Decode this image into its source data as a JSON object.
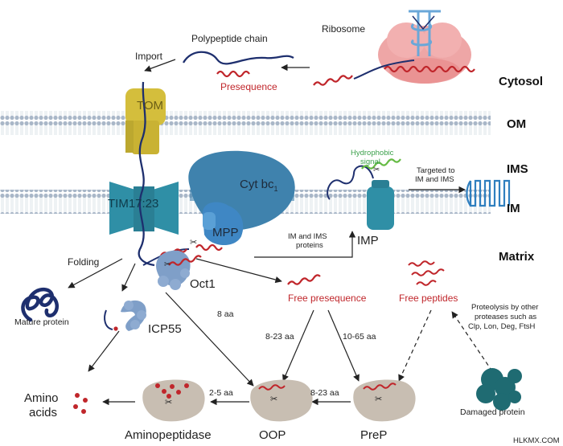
{
  "compartments": {
    "cytosol": "Cytosol",
    "om": "OM",
    "ims": "IMS",
    "im": "IM",
    "matrix": "Matrix"
  },
  "complexes": {
    "ribosome": "Ribosome",
    "tom": "TOM",
    "tim": "TIM17:23",
    "cyt_bc1": "Cyt bc",
    "cyt_bc1_sub": "1",
    "mpp": "MPP",
    "imp": "IMP",
    "oct1": "Oct1",
    "icp55": "ICP55",
    "aminopeptidase": "Aminopeptidase",
    "oop": "OOP",
    "prep": "PreP"
  },
  "labels": {
    "polypeptide_chain": "Polypeptide chain",
    "import": "Import",
    "presequence": "Presequence",
    "hydrophobic_signal_1": "Hydrophobic",
    "hydrophobic_signal_2": "signal",
    "targeted_1": "Targeted to",
    "targeted_2": "IM and IMS",
    "im_ims_proteins_1": "IM and IMS",
    "im_ims_proteins_2": "proteins",
    "folding": "Folding",
    "mature_protein": "Mature protein",
    "free_presequence": "Free presequence",
    "free_peptides": "Free peptides",
    "proteolysis_1": "Proteolysis by other",
    "proteolysis_2": "proteases such as",
    "proteolysis_3": "Clp, Lon, Deg, FtsH",
    "damaged_protein": "Damaged protein",
    "amino_acids_1": "Amino",
    "amino_acids_2": "acids",
    "aa_8": "8 aa",
    "aa_8_23_left": "8-23 aa",
    "aa_10_65": "10-65 aa",
    "aa_8_23_bottom": "8-23 aa",
    "aa_2_5": "2-5 aa",
    "watermark": "HLKMX.COM"
  },
  "colors": {
    "membrane": "#a9b7c8",
    "tom": "#d4be3c",
    "channel": "#2f8fa6",
    "cyt_bc1": "#3f82ad",
    "protease_blue": "#7f9fc8",
    "protease_tan": "#c8beb2",
    "ribosome": "#ec9c9c",
    "presequence": "#c0262b",
    "chain": "#1e2f6e",
    "damaged": "#1f6b72",
    "signal_green": "#66bb44"
  }
}
